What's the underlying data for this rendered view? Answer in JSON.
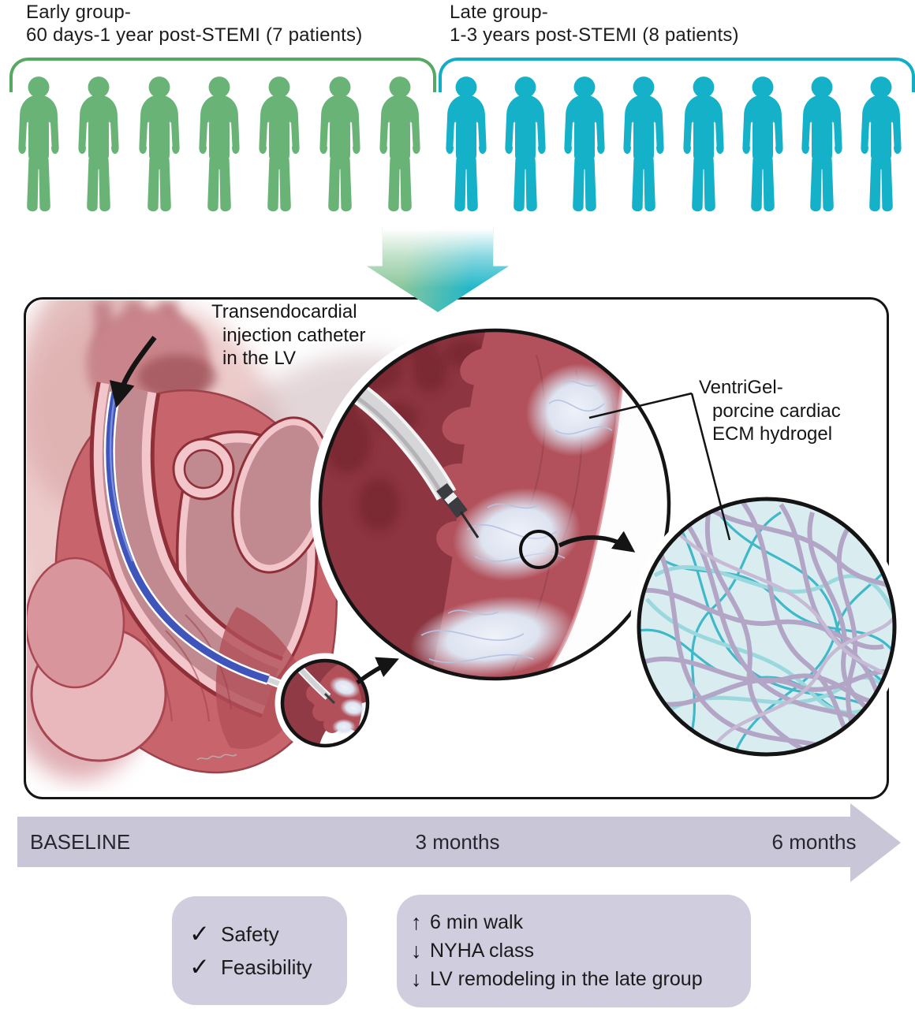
{
  "figure": {
    "groups": {
      "early": {
        "title_line1": "Early group-",
        "title_line2": "60 days-1 year post-STEMI (7 patients)",
        "patient_count": 7,
        "color": "#69b377",
        "bracket_color": "#56a963"
      },
      "late": {
        "title_line1": "Late group-",
        "title_line2": "1-3 years post-STEMI (8 patients)",
        "patient_count": 8,
        "color": "#15b1c8",
        "bracket_color": "#10adc4"
      }
    },
    "flow_arrow": {
      "green": "#8bc79a",
      "teal": "#23b7c8"
    },
    "illustration": {
      "catheter_label_lines": [
        "Transendocardial",
        "injection catheter",
        "in the LV"
      ],
      "hydrogel_label_lines": [
        "VentriGel-",
        "porcine cardiac",
        "ECM hydrogel"
      ]
    },
    "timeline": {
      "labels": [
        "BASELINE",
        "3 months",
        "6 months"
      ],
      "bar_color": "#c9c6d8"
    },
    "outcome_boxes": {
      "box_color": "#d0cdde",
      "baseline": {
        "items": [
          {
            "glyph": "✓",
            "label": "Safety"
          },
          {
            "glyph": "✓",
            "label": "Feasibility"
          }
        ]
      },
      "followup": {
        "items": [
          {
            "glyph": "↑",
            "label": "6 min walk"
          },
          {
            "glyph": "↓",
            "label": "NYHA class"
          },
          {
            "glyph": "↓",
            "label": "LV remodeling in the late group"
          }
        ]
      }
    }
  }
}
